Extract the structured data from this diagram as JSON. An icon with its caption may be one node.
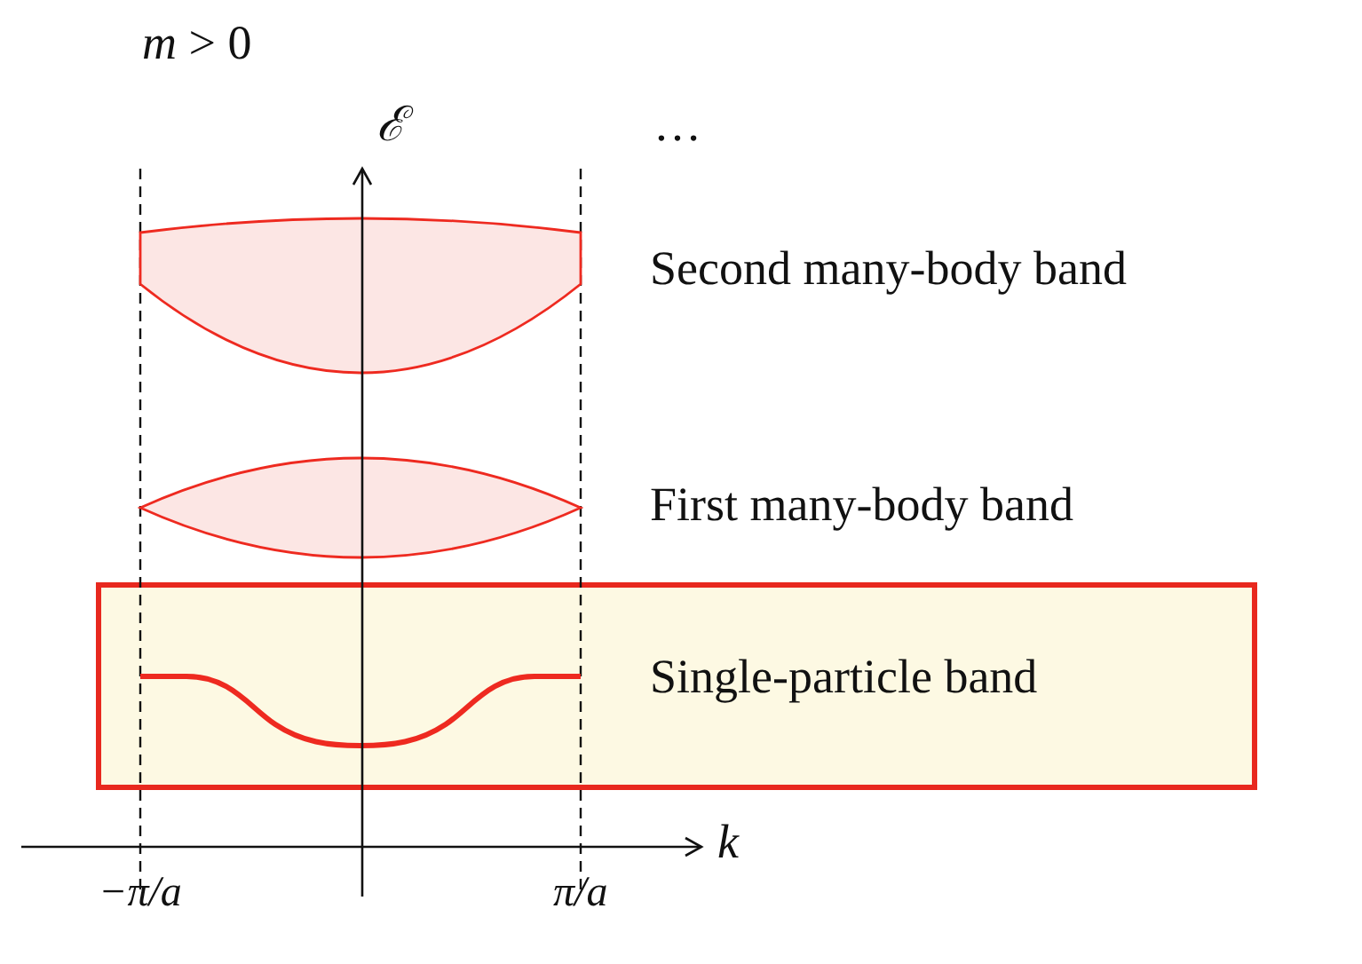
{
  "diagram": {
    "nodes": [
      {
        "text": [
          "Single-particle band"
        ]
      }
    ],
    "edges": [],
    "labels": [
      "*m* > 0",
      "ℰ",
      "…",
      "Second many-body band",
      "First many-body band",
      "k",
      "−π/a",
      "π/a"
    ]
  }
}
